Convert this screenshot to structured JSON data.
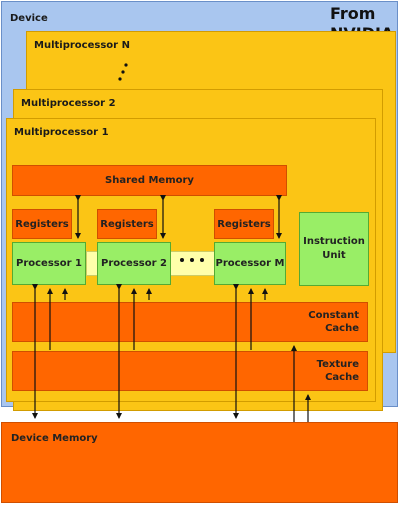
{
  "device": {
    "title": "Device"
  },
  "credit": {
    "text": "From\nNVIDIA\nDocs"
  },
  "multiprocessors": {
    "n": "Multiprocessor N",
    "two": "Multiprocessor 2",
    "one": "Multiprocessor 1"
  },
  "shared_memory": "Shared Memory",
  "registers": [
    "Registers",
    "Registers",
    "Registers"
  ],
  "processors": [
    "Processor 1",
    "Processor 2",
    "Processor M"
  ],
  "instruction_unit": "Instruction Unit",
  "constant_cache": "Constant Cache",
  "texture_cache": "Texture Cache",
  "device_memory": "Device Memory",
  "colors": {
    "device": "#a9c6ef",
    "multiprocessor": "#fbc515",
    "memory": "#ff6600",
    "processor": "#99ee66",
    "bus": "#ffffaa"
  }
}
